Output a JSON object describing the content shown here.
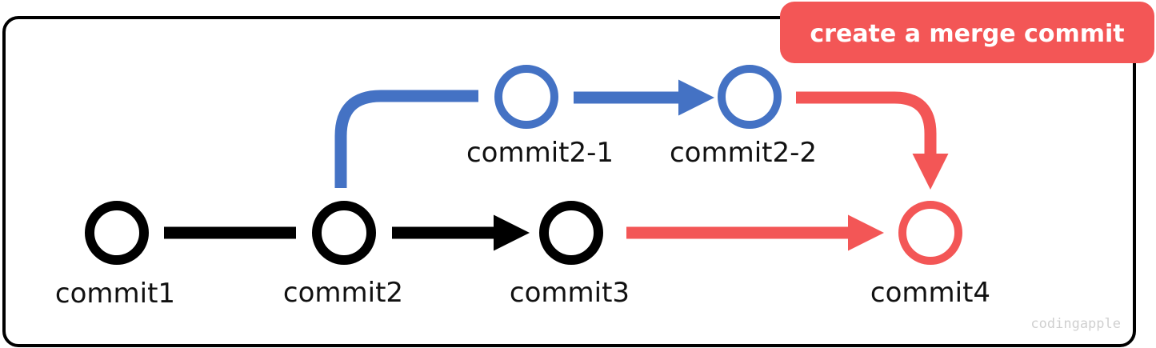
{
  "badge": {
    "text": "create a merge commit"
  },
  "watermark": "codingapple",
  "colors": {
    "main": "#000000",
    "branch": "#4472c4",
    "merge": "#f35656",
    "frame": "#000000"
  },
  "commits": {
    "c1": {
      "label": "commit1",
      "branch": "main"
    },
    "c2": {
      "label": "commit2",
      "branch": "main"
    },
    "c3": {
      "label": "commit3",
      "branch": "main"
    },
    "c4": {
      "label": "commit4",
      "branch": "merge"
    },
    "c21": {
      "label": "commit2-1",
      "branch": "feature"
    },
    "c22": {
      "label": "commit2-2",
      "branch": "feature"
    }
  }
}
